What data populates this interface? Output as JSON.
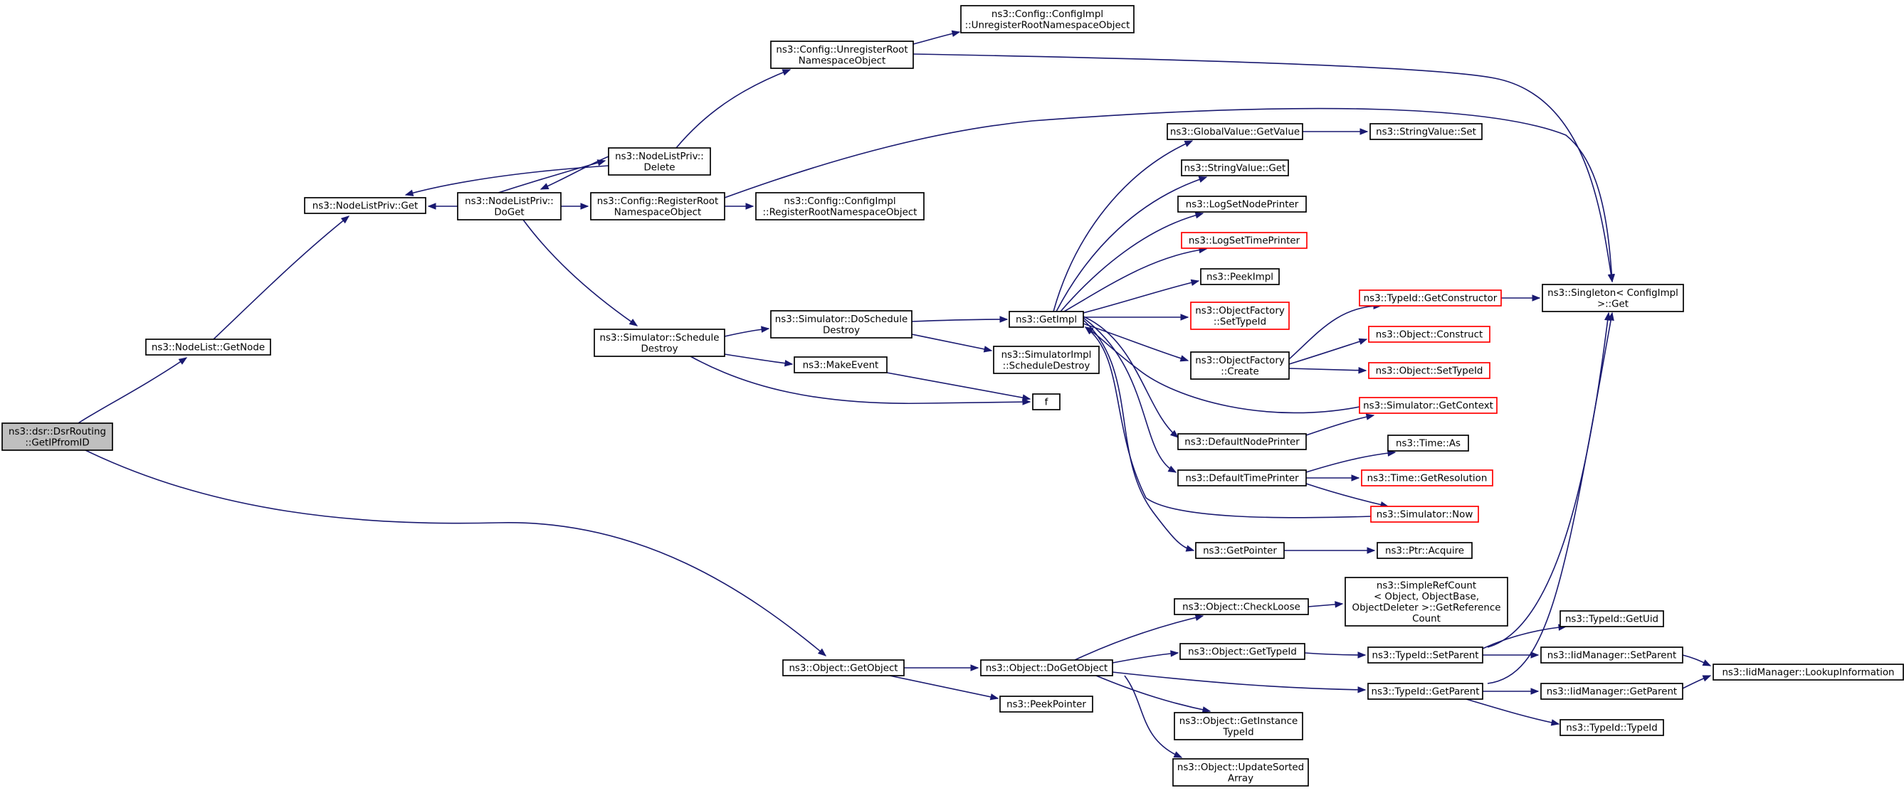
{
  "nodes": {
    "dsr_getipfromid": [
      "ns3::dsr::DsrRouting",
      "::GetIPfromID"
    ],
    "nodelist_getnode": [
      "ns3::NodeList::GetNode"
    ],
    "nodelistpriv_get": [
      "ns3::NodeListPriv::Get"
    ],
    "nodelistpriv_doget": [
      "ns3::NodeListPriv::",
      "DoGet"
    ],
    "nodelistpriv_delete": [
      "ns3::NodeListPriv::",
      "Delete"
    ],
    "config_unregister": [
      "ns3::Config::UnregisterRoot",
      "NamespaceObject"
    ],
    "configimpl_unregister": [
      "ns3::Config::ConfigImpl",
      "::UnregisterRootNamespaceObject"
    ],
    "config_register": [
      "ns3::Config::RegisterRoot",
      "NamespaceObject"
    ],
    "configimpl_register": [
      "ns3::Config::ConfigImpl",
      "::RegisterRootNamespaceObject"
    ],
    "simulator_scheduledestroy": [
      "ns3::Simulator::Schedule",
      "Destroy"
    ],
    "simulator_doscheduledestroy": [
      "ns3::Simulator::DoSchedule",
      "Destroy"
    ],
    "makeevent": [
      "ns3::MakeEvent"
    ],
    "f": [
      "f"
    ],
    "simulatorimpl_scheduledestroy": [
      "ns3::SimulatorImpl",
      "::ScheduleDestroy"
    ],
    "getimpl": [
      "ns3::GetImpl"
    ],
    "globalvalue_getvalue": [
      "ns3::GlobalValue::GetValue"
    ],
    "stringvalue_set": [
      "ns3::StringValue::Set"
    ],
    "stringvalue_get": [
      "ns3::StringValue::Get"
    ],
    "logsetnodeprinter": [
      "ns3::LogSetNodePrinter"
    ],
    "logsettimeprinter": [
      "ns3::LogSetTimePrinter"
    ],
    "peekimpl": [
      "ns3::PeekImpl"
    ],
    "objectfactory_settypeid": [
      "ns3::ObjectFactory",
      "::SetTypeId"
    ],
    "objectfactory_create": [
      "ns3::ObjectFactory",
      "::Create"
    ],
    "typeid_getconstructor": [
      "ns3::TypeId::GetConstructor"
    ],
    "object_construct": [
      "ns3::Object::Construct"
    ],
    "object_settypeid": [
      "ns3::Object::SetTypeId"
    ],
    "singleton_get": [
      "ns3::Singleton< ConfigImpl",
      " >::Get"
    ],
    "simulator_getcontext": [
      "ns3::Simulator::GetContext"
    ],
    "defaultnodeprinter": [
      "ns3::DefaultNodePrinter"
    ],
    "time_as": [
      "ns3::Time::As"
    ],
    "defaulttimeprinter": [
      "ns3::DefaultTimePrinter"
    ],
    "time_getresolution": [
      "ns3::Time::GetResolution"
    ],
    "simulator_now": [
      "ns3::Simulator::Now"
    ],
    "getpointer": [
      "ns3::GetPointer"
    ],
    "ptr_acquire": [
      "ns3::Ptr::Acquire"
    ],
    "object_checkloose": [
      "ns3::Object::CheckLoose"
    ],
    "simplerefcount": [
      "ns3::SimpleRefCount",
      "< Object, ObjectBase,",
      "ObjectDeleter >::GetReference",
      "Count"
    ],
    "object_getobject": [
      "ns3::Object::GetObject"
    ],
    "object_dogetobject": [
      "ns3::Object::DoGetObject"
    ],
    "object_gettypeid": [
      "ns3::Object::GetTypeId"
    ],
    "typeid_setparent": [
      "ns3::TypeId::SetParent"
    ],
    "typeid_getuid": [
      "ns3::TypeId::GetUid"
    ],
    "iidmanager_setparent": [
      "ns3::IidManager::SetParent"
    ],
    "iidmanager_lookupinformation": [
      "ns3::IidManager::LookupInformation"
    ],
    "peekpointer": [
      "ns3::PeekPointer"
    ],
    "typeid_getparent": [
      "ns3::TypeId::GetParent"
    ],
    "iidmanager_getparent": [
      "ns3::IidManager::GetParent"
    ],
    "typeid_typeid": [
      "ns3::TypeId::TypeId"
    ],
    "object_getinstancetypeid": [
      "ns3::Object::GetInstance",
      "TypeId"
    ],
    "object_updatesortedarray": [
      "ns3::Object::UpdateSorted",
      "Array"
    ]
  },
  "colors": {
    "edge": "#191970",
    "box_border": "#000000",
    "truncated_border": "#ff0000",
    "root_fill": "#bfbfbf",
    "background": "#ffffff"
  }
}
